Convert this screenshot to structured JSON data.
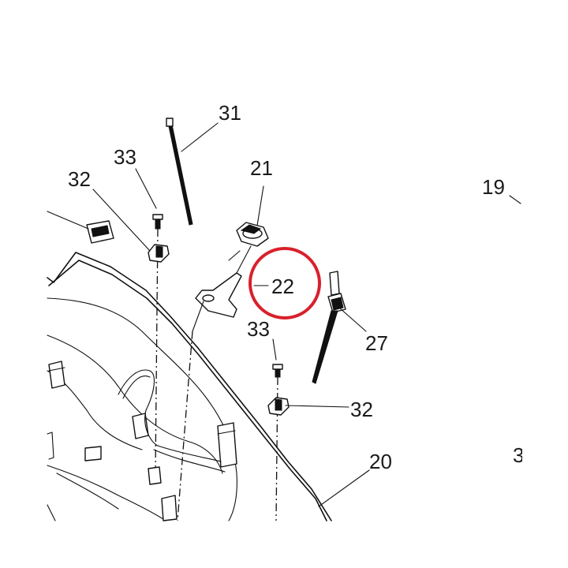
{
  "callouts": {
    "c31": "31",
    "c33_top": "33",
    "c32_top": "32",
    "c21": "21",
    "c19": "19",
    "c22": "22",
    "c33_mid": "33",
    "c27": "27",
    "c32_bottom": "32",
    "c20": "20",
    "c_partial": "3"
  },
  "highlight": {
    "color": "#d9202c",
    "target": "22"
  }
}
